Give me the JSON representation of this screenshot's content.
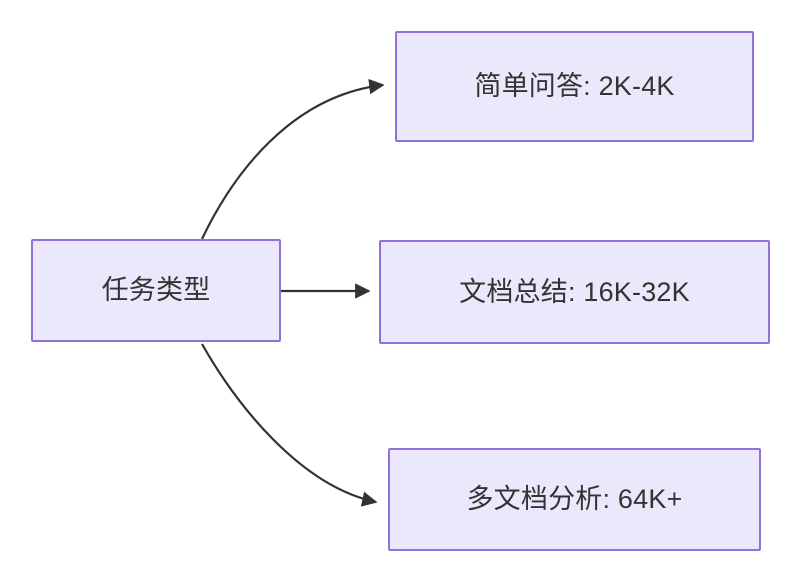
{
  "diagram": {
    "type": "flowchart",
    "direction": "left-to-right",
    "background_color": "#ffffff",
    "node_fill_color": "#ebe8fb",
    "node_border_color": "#9272da",
    "node_text_color": "#333333",
    "edge_color": "#333333",
    "root": {
      "id": "root",
      "label": "任务类型"
    },
    "children": [
      {
        "id": "simple-qa",
        "label": "简单问答: 2K-4K",
        "task": "简单问答",
        "context_range": "2K-4K",
        "edge_style": "curved"
      },
      {
        "id": "doc-summary",
        "label": "文档总结: 16K-32K",
        "task": "文档总结",
        "context_range": "16K-32K",
        "edge_style": "straight"
      },
      {
        "id": "multi-doc",
        "label": "多文档分析: 64K+",
        "task": "多文档分析",
        "context_range": "64K+",
        "edge_style": "curved"
      }
    ]
  }
}
